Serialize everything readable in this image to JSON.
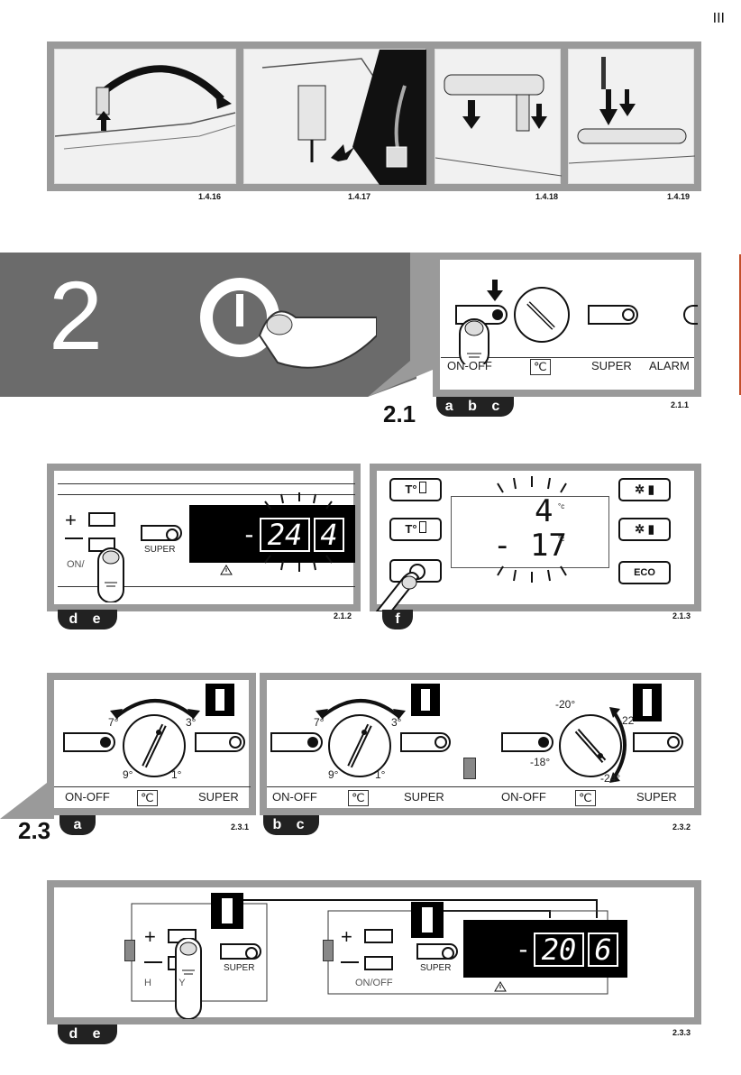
{
  "page_marker": "III",
  "photos": [
    {
      "caption": "1.4.16"
    },
    {
      "caption": "1.4.17"
    },
    {
      "caption": "1.4.18"
    },
    {
      "caption": "1.4.19"
    }
  ],
  "section2": {
    "big_number": "2",
    "section_label": "2.1",
    "panel_211": {
      "labels": {
        "onoff": "ON-OFF",
        "celsius": "℃",
        "super": "SUPER",
        "alarm": "ALARM"
      },
      "pill": "a b c",
      "caption": "2.1.1"
    },
    "panel_212": {
      "minus": "-",
      "digits_main": "24",
      "digits_sub": "4",
      "super": "SUPER",
      "onoff": "ON/",
      "pill": "d e",
      "caption": "2.1.2"
    },
    "panel_213": {
      "btn1": "T°",
      "btn2": "T°",
      "eco": "ECO",
      "fridge_temp": "4",
      "freezer_temp": "- 17",
      "unit": "°c",
      "pill": "f",
      "caption": "2.1.3"
    }
  },
  "section23": {
    "section_label": "2.3",
    "panel_231": {
      "left_temp": "7°",
      "right_temp": "3°",
      "bottom_left": "9°",
      "bottom_right": "1°",
      "onoff": "ON-OFF",
      "celsius": "℃",
      "super": "SUPER",
      "pill": "a",
      "caption": "2.3.1"
    },
    "panel_232": {
      "left_temp": "7°",
      "right_temp": "3°",
      "bottom_left": "9°",
      "bottom_right": "1°",
      "onoff": "ON-OFF",
      "celsius": "℃",
      "super": "SUPER",
      "fz_top": "-20°",
      "fz_right": "-22°",
      "fz_left": "-18°",
      "fz_bottom": "-24°",
      "onoff2": "ON-OFF",
      "celsius2": "℃",
      "super2": "SUPER",
      "pill": "b c",
      "caption": "2.3.2"
    },
    "panel_233": {
      "super_left": "SUPER",
      "holiday": "H          Y",
      "super_right": "SUPER",
      "onoff": "ON/OFF",
      "minus": "-",
      "digits_main": "20",
      "digits_sub": "6",
      "pill": "d e",
      "caption": "2.3.3"
    }
  }
}
